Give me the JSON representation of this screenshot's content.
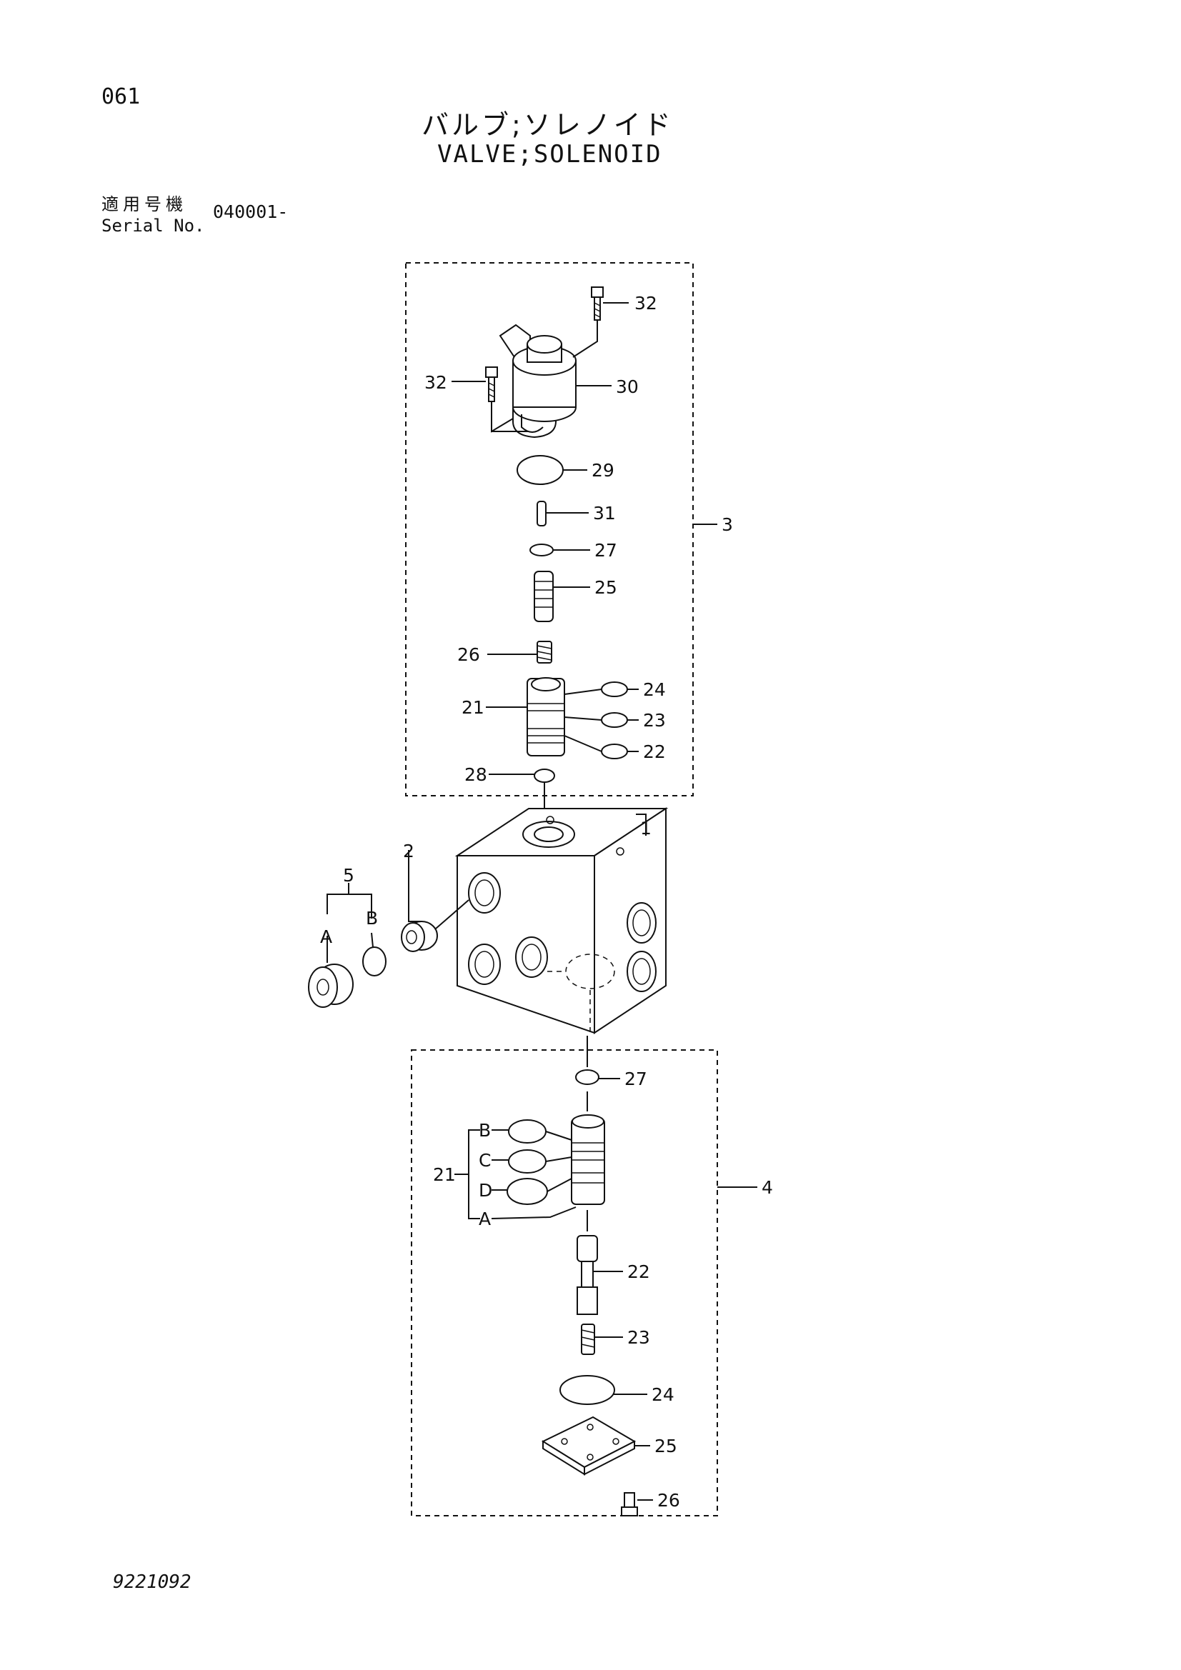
{
  "header": {
    "page_number": "061",
    "title_jp": "バルブ;ソレノイド",
    "title_en": "VALVE;SOLENOID",
    "serial_label_jp": "適用号機",
    "serial_label_en": "Serial No.",
    "serial_value": "040001-"
  },
  "callouts": {
    "c32a": "32",
    "c32b": "32",
    "c30": "30",
    "c29": "29",
    "c31": "31",
    "c27a": "27",
    "c25a": "25",
    "c26a": "26",
    "c24a": "24",
    "c21a": "21",
    "c23a": "23",
    "c22a": "22",
    "c28": "28",
    "c3": "3",
    "c1": "1",
    "c2": "2",
    "c5": "5",
    "c5A": "A",
    "c5B": "B",
    "c27b": "27",
    "c21b": "21",
    "c21B": "B",
    "c21C": "C",
    "c21D": "D",
    "c21A": "A",
    "c4": "4",
    "c22b": "22",
    "c23b": "23",
    "c24b": "24",
    "c25b": "25",
    "c26b": "26"
  },
  "footer": {
    "doc_number": "9221092"
  }
}
